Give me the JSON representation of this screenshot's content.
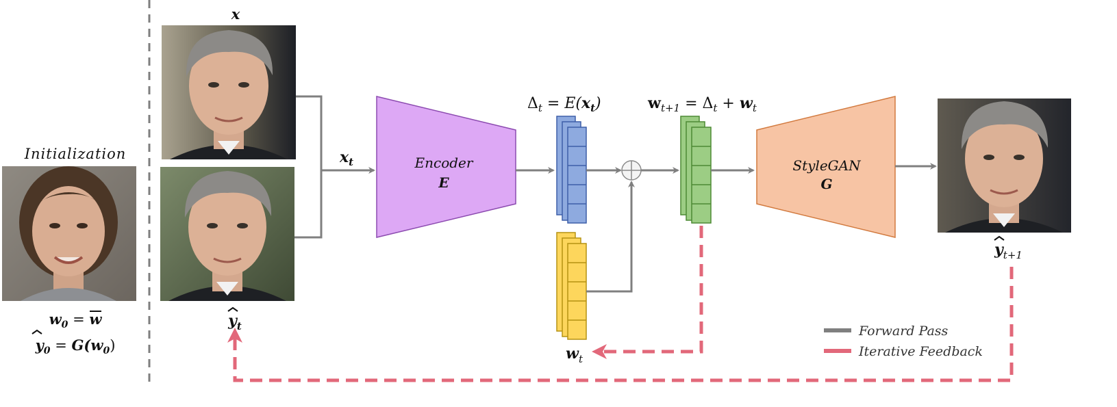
{
  "init": {
    "title": "Initialization",
    "eq_w0_lhs": "w",
    "eq_w0_sub": "0",
    "eq_w0_rhs": "w",
    "eq_y0_lhs": "y",
    "eq_y0_sub": "0",
    "eq_y0_rhs": "G(w",
    "eq_y0_rhs_sub": "0",
    "eq_y0_close": ")"
  },
  "images": {
    "x_label": "x",
    "yt_label": "y",
    "yt_sub": "t",
    "out_label": "y",
    "out_sub": "t+1"
  },
  "xt": {
    "base": "x",
    "sub": "t"
  },
  "encoder": {
    "name": "Encoder",
    "symbol": "E"
  },
  "stylegan": {
    "name": "StyleGAN",
    "symbol": "G"
  },
  "delta_eq": {
    "lhs": "Δ",
    "lhs_sub": "t",
    "eq": " = E(",
    "arg": "x",
    "arg_sub": "t",
    "close": ")"
  },
  "update_eq": {
    "lhs": "w",
    "lhs_sub": "t+1",
    "eq": " = Δ",
    "eq_sub": "t",
    "plus": " + ",
    "rhs": "w",
    "rhs_sub": "t"
  },
  "wt_label": {
    "base": "w",
    "sub": "t"
  },
  "legend": {
    "forward": "Forward Pass",
    "feedback": "Iterative Feedback"
  },
  "colors": {
    "forward_arrow": "#7f7f7f",
    "feedback_arrow": "#e2687a",
    "encoder_fill": "#dda8f5",
    "encoder_stroke": "#8c4bb0",
    "stylegan_fill": "#f7c4a4",
    "stylegan_stroke": "#d27a3f",
    "delta_fill": "#8eaadf",
    "delta_stroke": "#3d5ea8",
    "w_next_fill": "#9ccd84",
    "w_next_stroke": "#4d8a34",
    "wt_fill": "#fdd65c",
    "wt_stroke": "#b59212"
  },
  "icons": {
    "add": "circled-plus-icon",
    "faces": [
      "face-woman-icon",
      "face-man-icon"
    ]
  }
}
